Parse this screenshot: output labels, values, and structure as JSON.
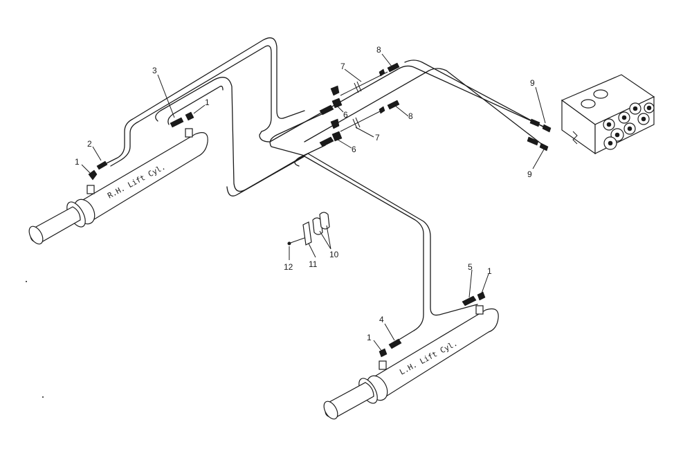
{
  "cylinders": {
    "rh_label": "R.H. Lift Cyl.",
    "lh_label": "L.H. Lift Cyl."
  },
  "callouts": [
    {
      "id": "c1a",
      "text": "1"
    },
    {
      "id": "c2",
      "text": "2"
    },
    {
      "id": "c3",
      "text": "3"
    },
    {
      "id": "c1b",
      "text": "1"
    },
    {
      "id": "c7a",
      "text": "7"
    },
    {
      "id": "c8a",
      "text": "8"
    },
    {
      "id": "c6a",
      "text": "6"
    },
    {
      "id": "c8b",
      "text": "8"
    },
    {
      "id": "c6b",
      "text": "6"
    },
    {
      "id": "c7b",
      "text": "7"
    },
    {
      "id": "c9a",
      "text": "9"
    },
    {
      "id": "c9b",
      "text": "9"
    },
    {
      "id": "c10",
      "text": "10"
    },
    {
      "id": "c11",
      "text": "11"
    },
    {
      "id": "c12",
      "text": "12"
    },
    {
      "id": "c5",
      "text": "5"
    },
    {
      "id": "c1c",
      "text": "1"
    },
    {
      "id": "c4",
      "text": "4"
    },
    {
      "id": "c1d",
      "text": "1"
    }
  ]
}
